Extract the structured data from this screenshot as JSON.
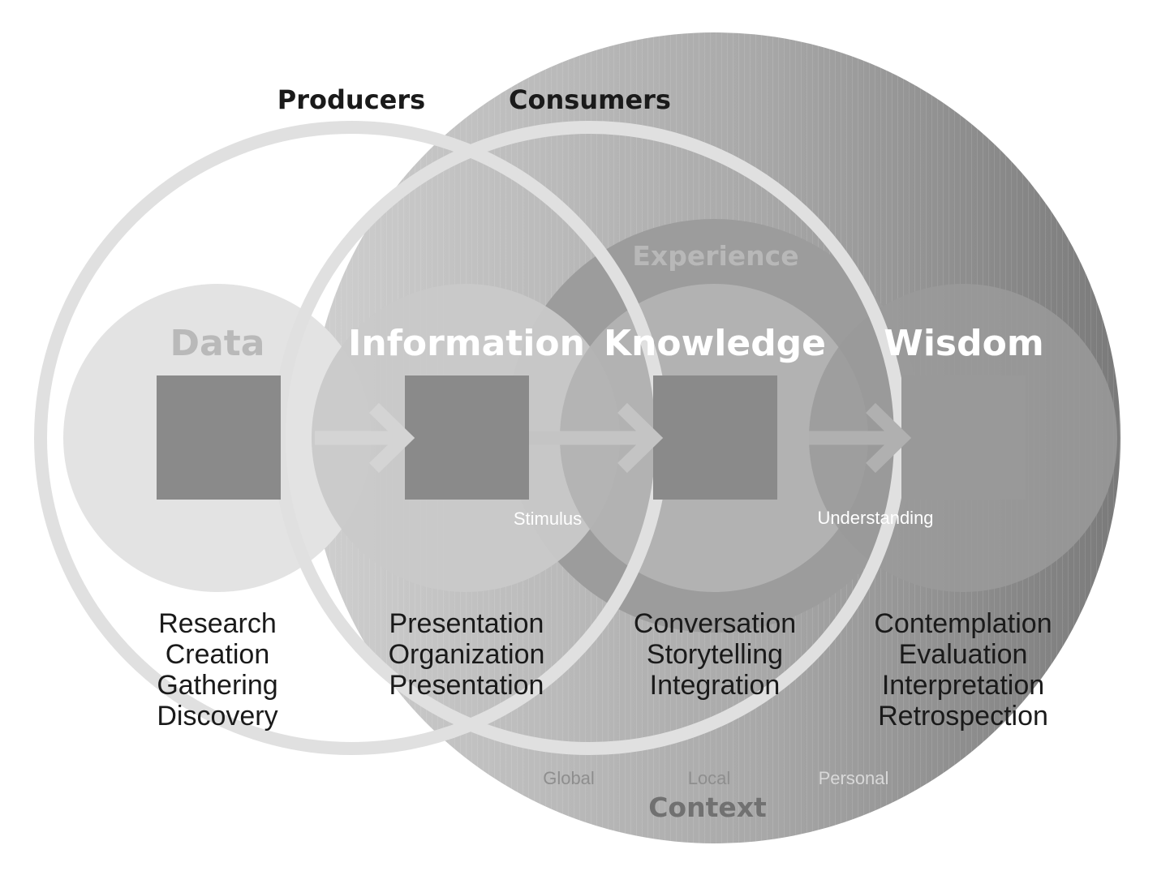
{
  "groups": {
    "producers": "Producers",
    "consumers": "Consumers",
    "experience": "Experience",
    "context": "Context"
  },
  "stages": [
    {
      "title": "Data",
      "activities": [
        "Research",
        "Creation",
        "Gathering",
        "Discovery"
      ]
    },
    {
      "title": "Information",
      "activities": [
        "Presentation",
        "Organization",
        "Presentation"
      ]
    },
    {
      "title": "Knowledge",
      "activities": [
        "Conversation",
        "Storytelling",
        "Integration"
      ]
    },
    {
      "title": "Wisdom",
      "activities": [
        "Contemplation",
        "Evaluation",
        "Interpretation",
        "Retrospection"
      ]
    }
  ],
  "transitions": {
    "stimulus": "Stimulus",
    "understanding": "Understanding"
  },
  "context_levels": [
    "Global",
    "Local",
    "Personal"
  ],
  "colors": {
    "context_light": "#c9c9c9",
    "context_dark": "#7c7c7c",
    "ring": "#dedede",
    "box": "#8a8a8a",
    "data_circle": "#e3e3e3",
    "info_circle": "#c8c8c8",
    "knowledge_circle": "#b4b4b4",
    "wisdom_circle": "#999999",
    "experience_circle": "#9b9b9b"
  }
}
